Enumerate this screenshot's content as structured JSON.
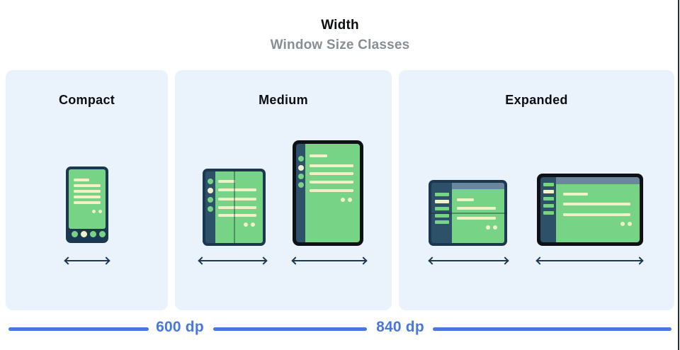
{
  "header": {
    "title": "Width",
    "subtitle": "Window Size Classes"
  },
  "panels": [
    {
      "id": "compact",
      "label": "Compact",
      "devices": [
        {
          "name": "phone"
        }
      ]
    },
    {
      "id": "medium",
      "label": "Medium",
      "devices": [
        {
          "name": "foldable-open"
        },
        {
          "name": "tablet-portrait"
        }
      ]
    },
    {
      "id": "expanded",
      "label": "Expanded",
      "devices": [
        {
          "name": "foldable-landscape"
        },
        {
          "name": "tablet-landscape"
        }
      ]
    }
  ],
  "breakpoints": [
    {
      "label": "600 dp"
    },
    {
      "label": "840 dp"
    }
  ],
  "colors": {
    "panel_bg": "#eaf2fb",
    "accent_blue": "#4678de",
    "screen_green": "#77d385",
    "frame_navy": "#1b3850",
    "rail_navy": "#2d5168",
    "frame_black": "#0e1115",
    "topbar_blue_gray": "#69889e",
    "placeholder_cream": "#f2f0c8",
    "subtitle_gray": "#878e96",
    "arrow_navy": "#1d3850"
  }
}
